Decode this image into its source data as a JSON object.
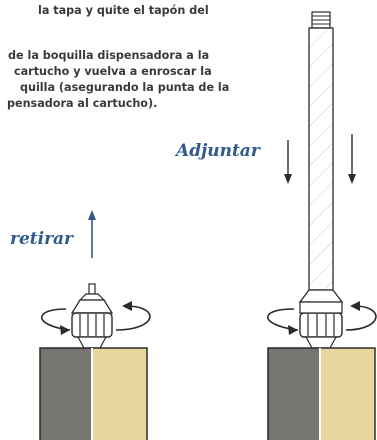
{
  "instructions": {
    "line1": "la tapa y quite el tapón del",
    "line2": "de la boquilla dispensadora a la",
    "line3": "cartucho y vuelva a enroscar  la",
    "line4": "quilla (asegurando la punta de la",
    "line5": "pensadora al cartucho)."
  },
  "labels": {
    "adjuntar": "Adjuntar",
    "retirar": "retirar"
  },
  "colors": {
    "label_blue": "#2f5a8c",
    "cartridge_gray": "#77756f",
    "cartridge_tan": "#e9d59e",
    "outline": "#2b2b2b"
  },
  "icons": {
    "rotate_left": "curved-arrow-left-icon",
    "rotate_right": "curved-arrow-right-icon",
    "arrow_up": "arrow-up-icon",
    "arrow_down": "arrow-down-icon"
  }
}
